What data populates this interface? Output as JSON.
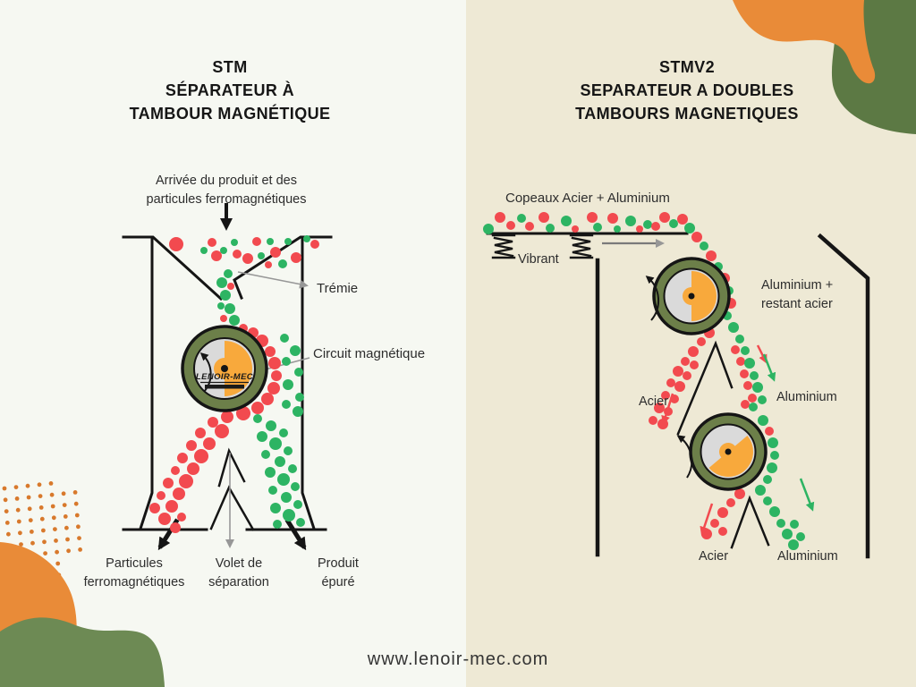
{
  "colors": {
    "bg_left": "#f6f8f2",
    "bg_right": "#eee9d5",
    "red": "#f24a4f",
    "green": "#2db463",
    "olive": "#6c7f49",
    "orange_drum": "#f8a93c",
    "gray_face": "#dadada",
    "blob_orange": "#e98b38",
    "blob_green_top": "#5c7944",
    "blob_green_bottom": "#6d8a54",
    "dots_orange": "#d8792c",
    "arrow_gray": "#979797",
    "ink": "#151515"
  },
  "left_panel": {
    "title": "STM\nSÉPARATEUR À\nTAMBOUR MAGNÉTIQUE",
    "feed_label": "Arrivée du produit et des\nparticules ferromagnétiques",
    "hopper_label": "Trémie",
    "drum_label": "Circuit magnétique",
    "drum_logo_text": "LENOIR-MEC",
    "output_left_label": "Particules\nferromagnétiques",
    "output_center_label": "Volet de\nséparation",
    "output_right_label": "Produit\népuré"
  },
  "right_panel": {
    "title": "STMV2\nSEPARATEUR A DOUBLES\nTAMBOURS MAGNETIQUES",
    "feed_label": "Copeaux Acier + Aluminium",
    "feeder_label": "Vibrant",
    "after_drum1_label": "Aluminium +\nrestant acier",
    "splitter1_left_label": "Acier",
    "splitter1_right_label": "Aluminium",
    "splitter2_left_label": "Acier",
    "splitter2_right_label": "Aluminium"
  },
  "footer": {
    "website": "www.lenoir-mec.com"
  }
}
